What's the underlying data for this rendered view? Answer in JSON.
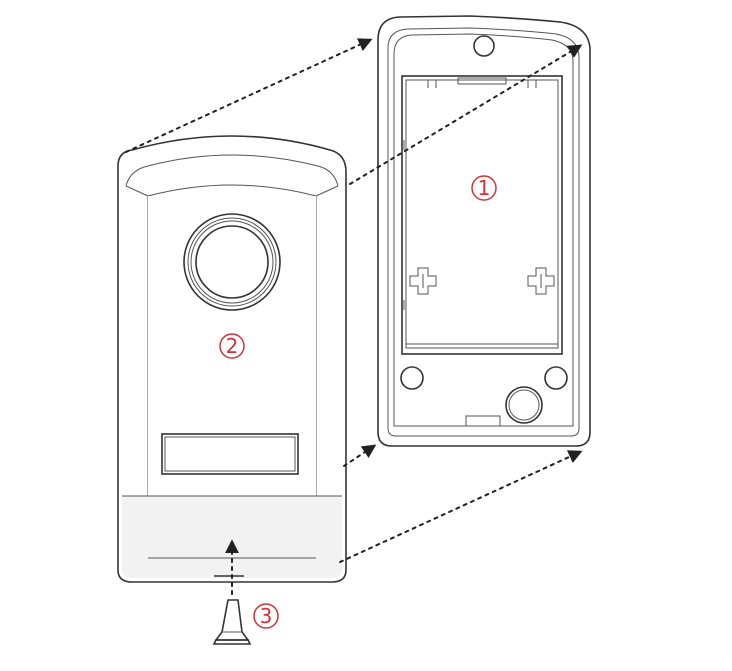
{
  "callouts": [
    {
      "id": "part-1",
      "label": "1"
    },
    {
      "id": "part-2",
      "label": "2"
    },
    {
      "id": "part-3",
      "label": "3"
    }
  ],
  "colors": {
    "callout": "#d0343a",
    "line": "#333333",
    "shade": "#f2f2f2"
  }
}
